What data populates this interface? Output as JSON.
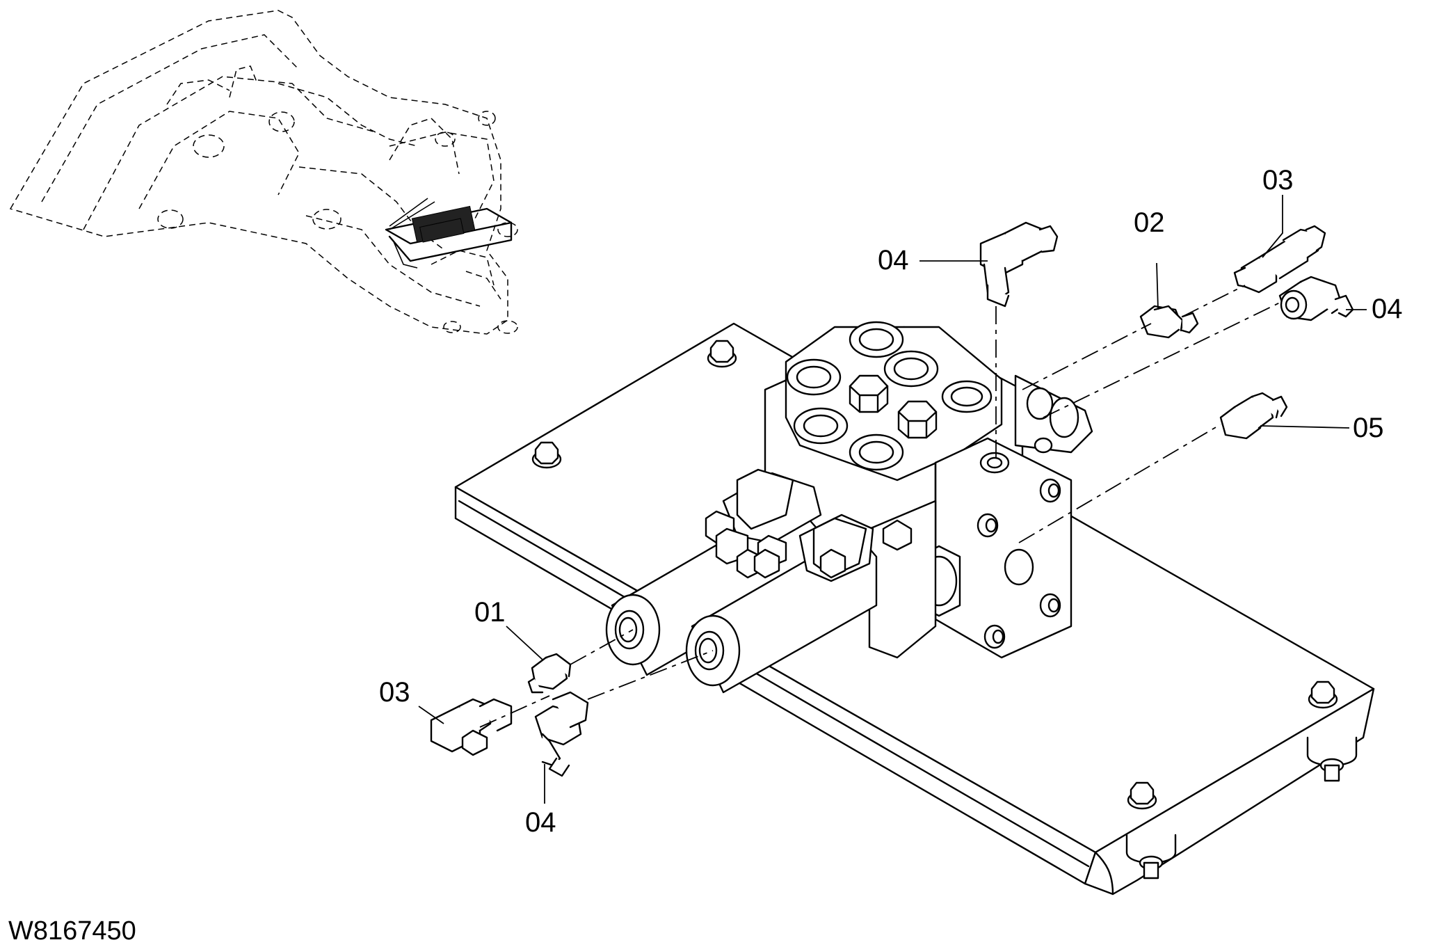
{
  "drawing_id": "W8167450",
  "callouts": [
    {
      "id": "c1",
      "label": "04"
    },
    {
      "id": "c2",
      "label": "02"
    },
    {
      "id": "c3",
      "label": "03"
    },
    {
      "id": "c4",
      "label": "04"
    },
    {
      "id": "c5",
      "label": "05"
    },
    {
      "id": "c6",
      "label": "01"
    },
    {
      "id": "c7",
      "label": "03"
    },
    {
      "id": "c8",
      "label": "04"
    }
  ]
}
